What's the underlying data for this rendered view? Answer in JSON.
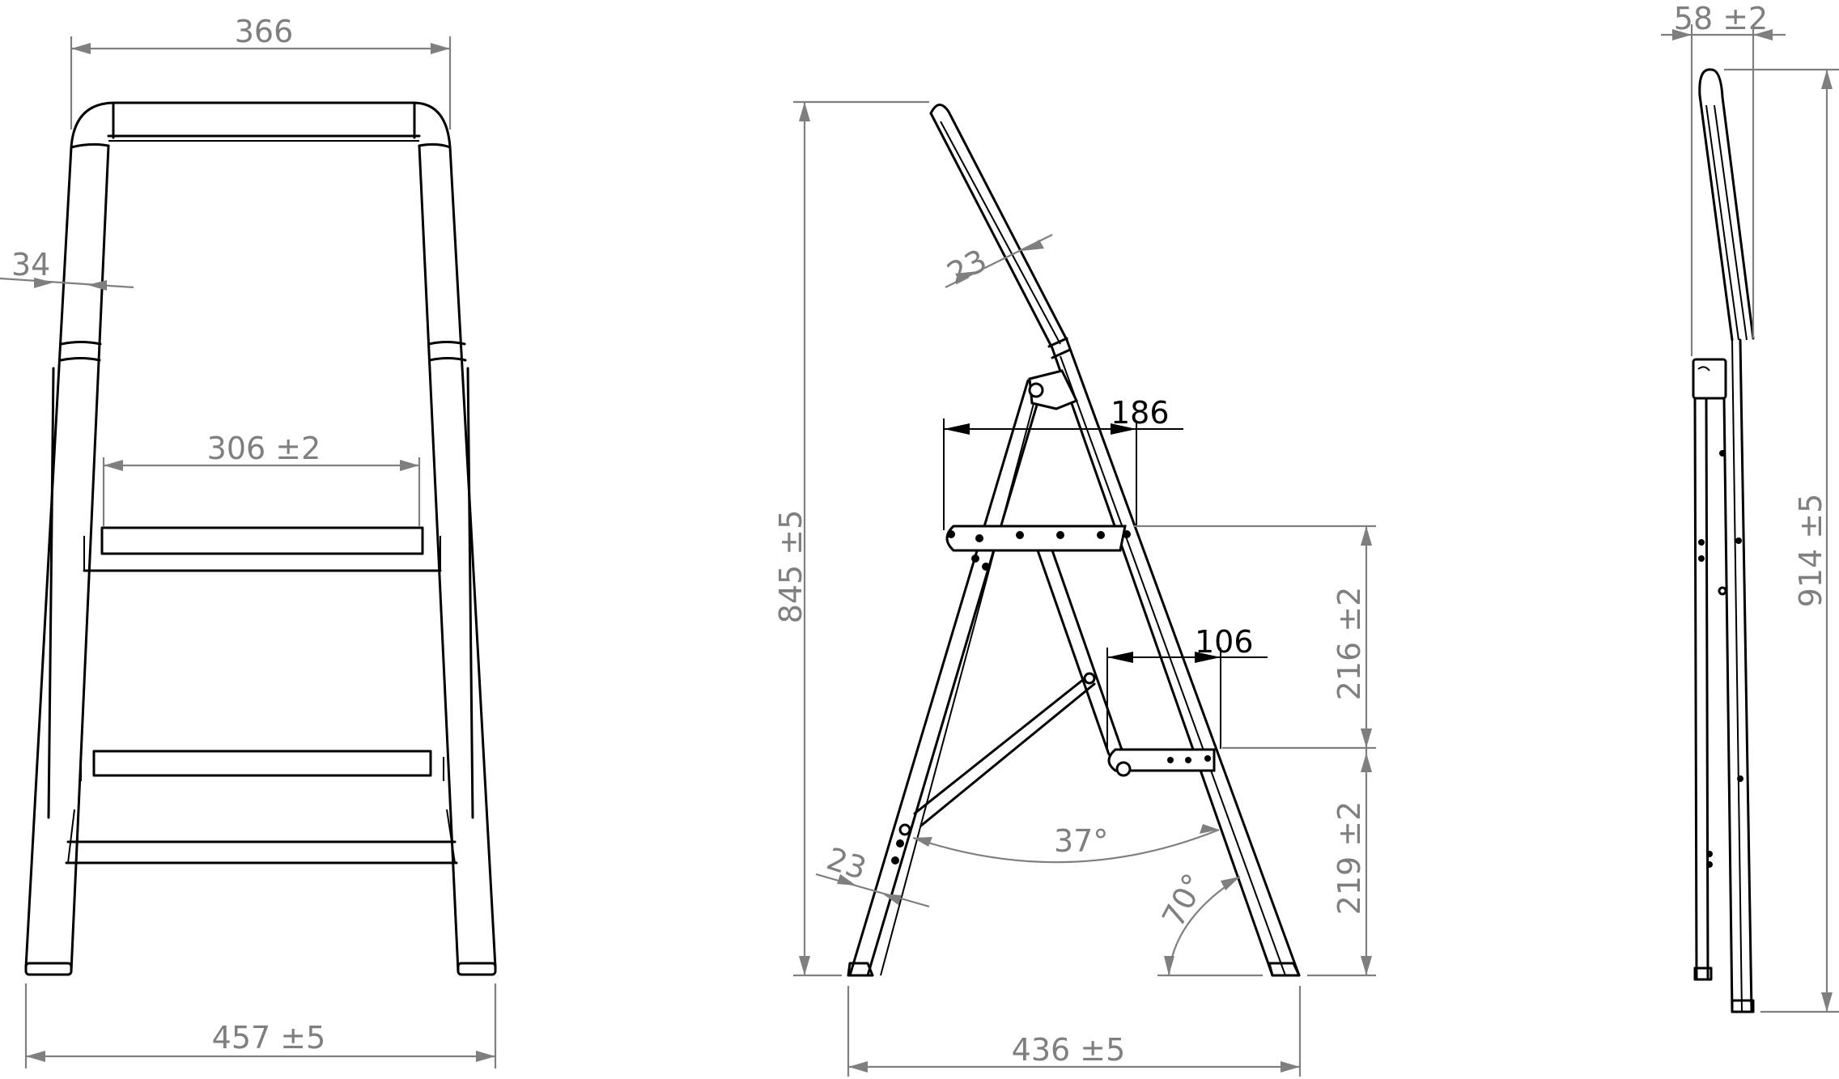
{
  "drawing": {
    "subject": "Folding step ladder, technical drawing",
    "units": "mm",
    "colors": {
      "object_lines": "#000000",
      "dimension_lines": "#7f7f7f",
      "background": "#ffffff"
    }
  },
  "views": {
    "front": {
      "dimensions": {
        "top_width": "366",
        "tube_width": "34",
        "step_width": "306 ±2",
        "base_width": "457 ±5"
      }
    },
    "side": {
      "dimensions": {
        "rail_width_top": "23",
        "step_depth_top": "186",
        "step_depth_lower": "106",
        "height": "845 ±5",
        "upper_step_rise": "216 ±2",
        "lower_step_rise": "219 ±2",
        "leg_opening_angle": "37°",
        "leg_floor_angle": "70°",
        "rail_width_bottom": "23",
        "footprint_depth": "436 ±5"
      }
    },
    "folded": {
      "dimensions": {
        "folded_depth": "58 ±2",
        "folded_height": "914 ±5"
      }
    }
  }
}
